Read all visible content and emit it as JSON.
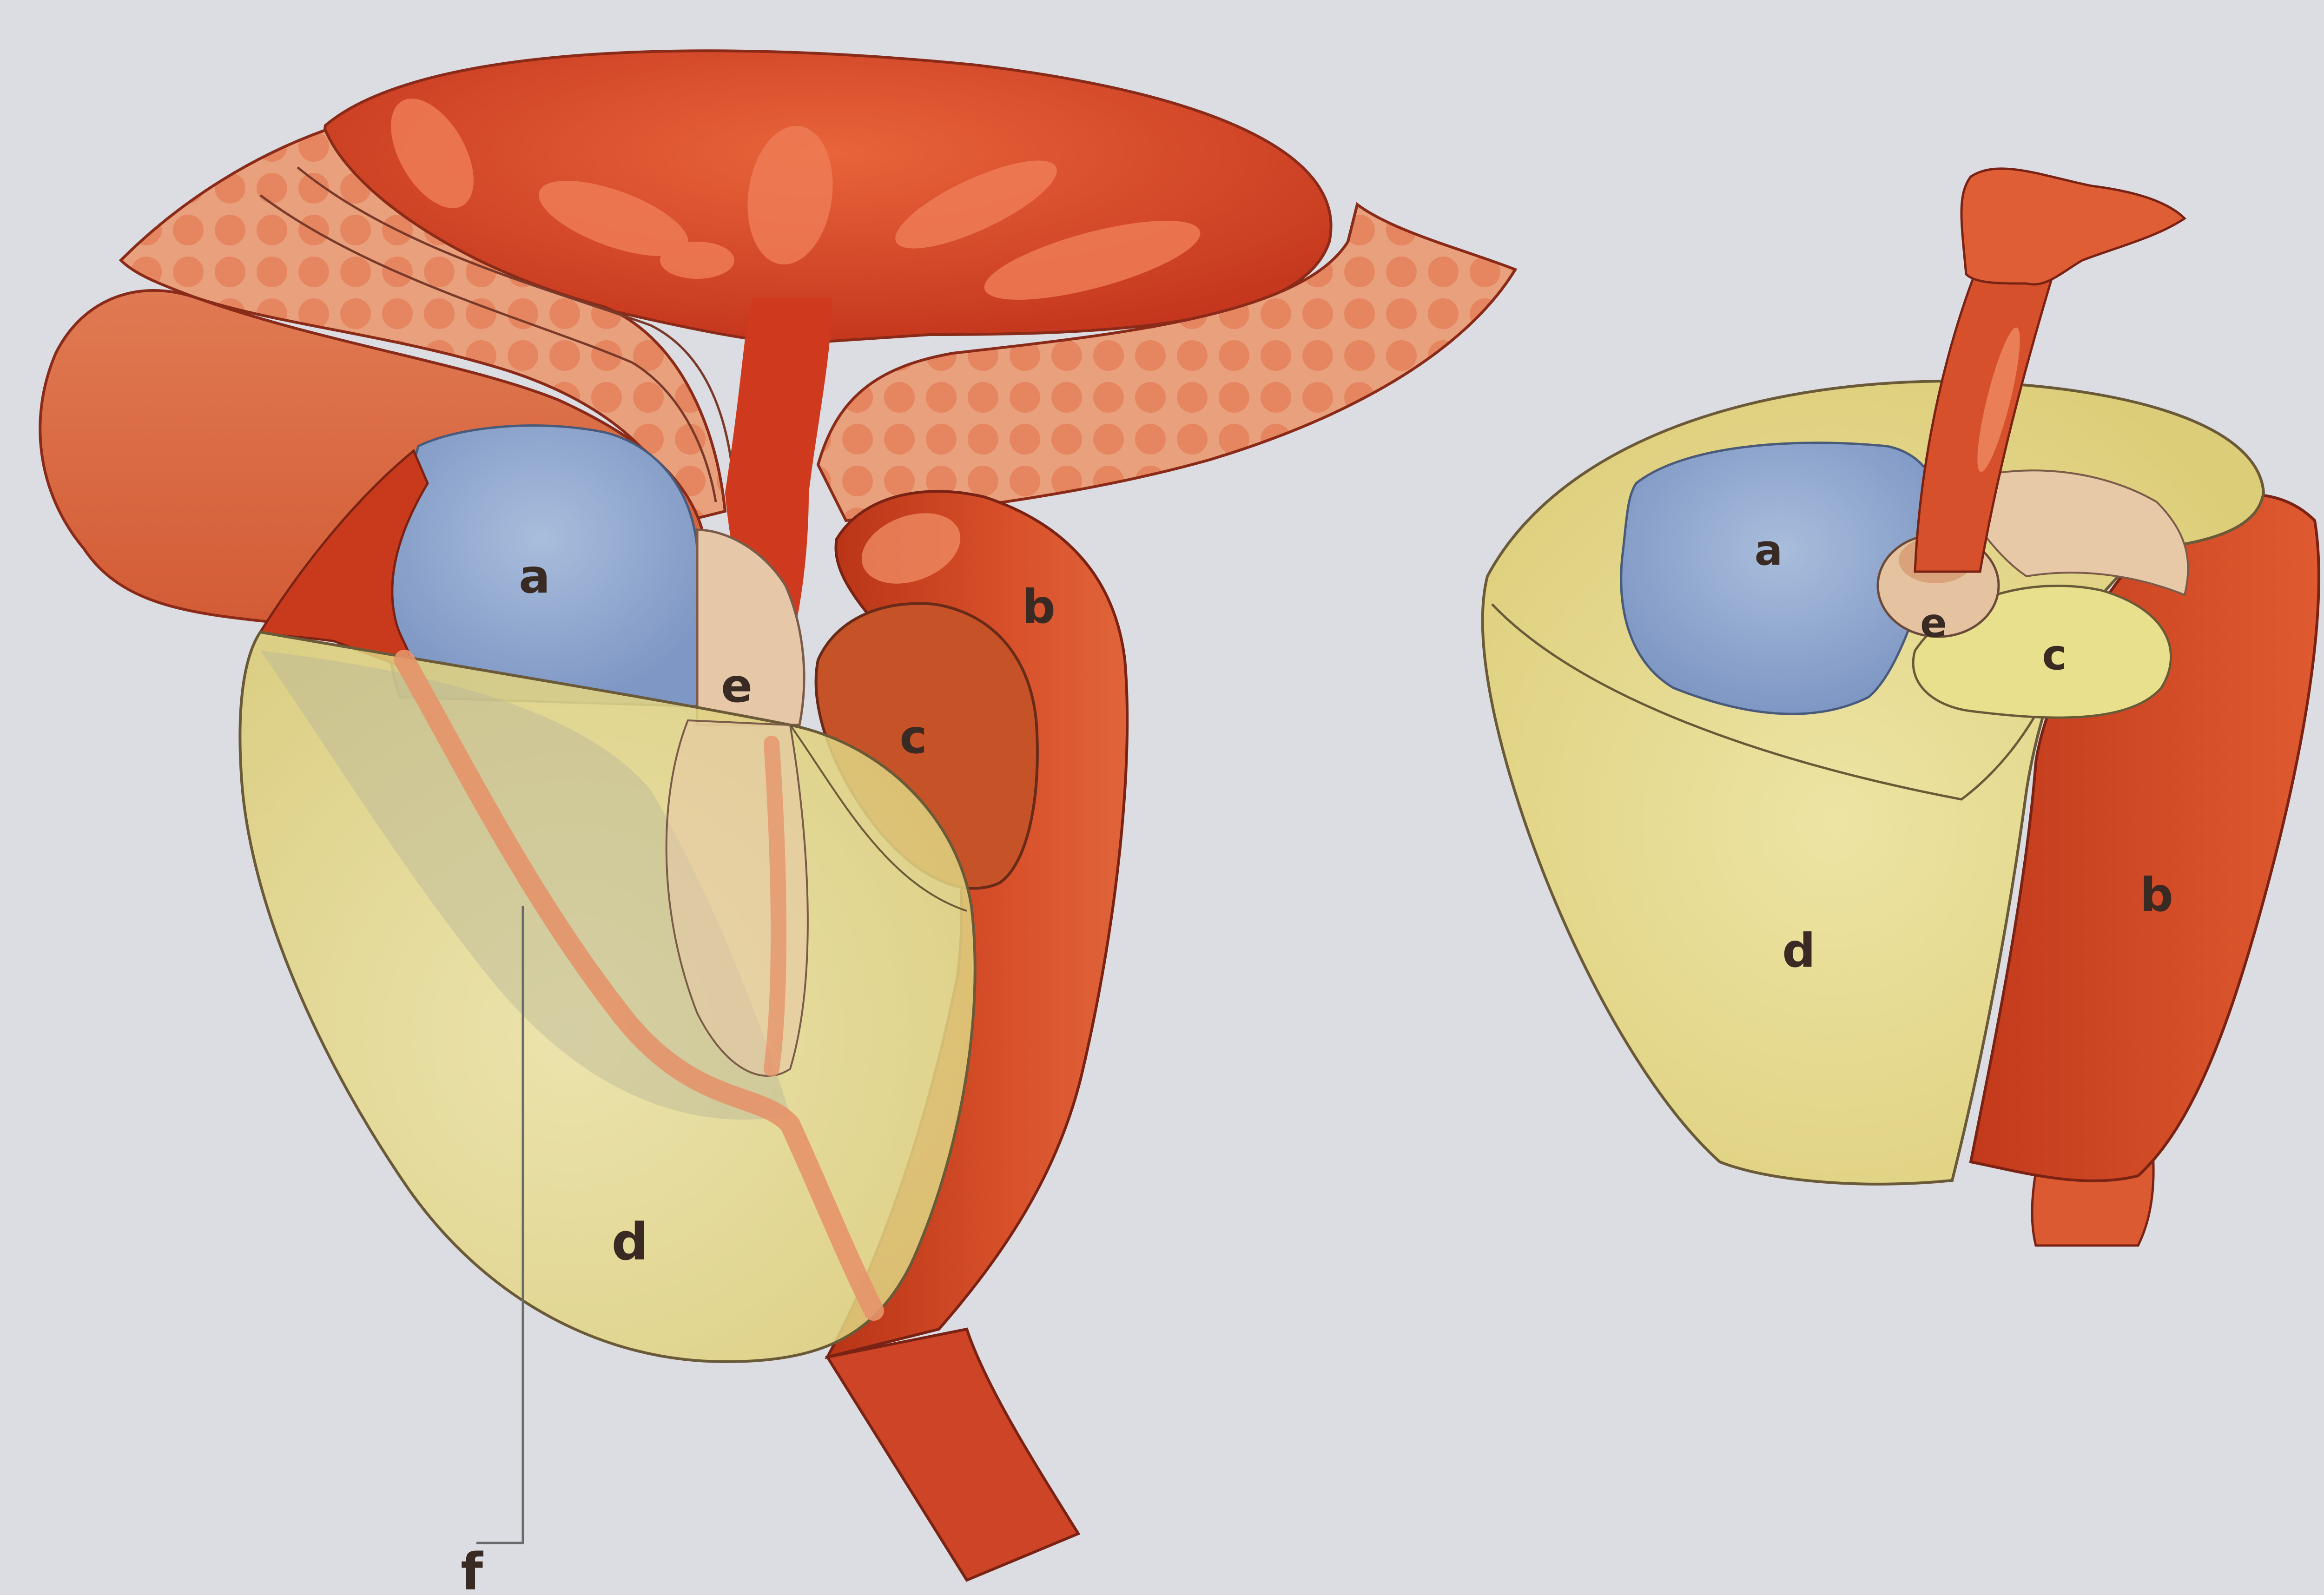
{
  "labels": {
    "left": {
      "a": "a",
      "b": "b",
      "c": "c",
      "d": "d",
      "e": "e",
      "f": "f"
    },
    "right": {
      "a": "a",
      "b": "b",
      "c": "c",
      "d": "d",
      "e": "e"
    }
  },
  "colors": {
    "background": "#dcdde3",
    "bladder_dark": "#c4341c",
    "bladder_mid": "#e0542c",
    "muscle_light": "#eda07c",
    "zone_a": "#8ea7cf",
    "zone_b": "#d2461e",
    "zone_c_left": "#c95a2a",
    "zone_c_right": "#e8e08c",
    "zone_d": "#e7dc8c",
    "zone_e": "#e7c9a8",
    "urethra": "#d9552d",
    "outline": "#5a3a2e"
  }
}
